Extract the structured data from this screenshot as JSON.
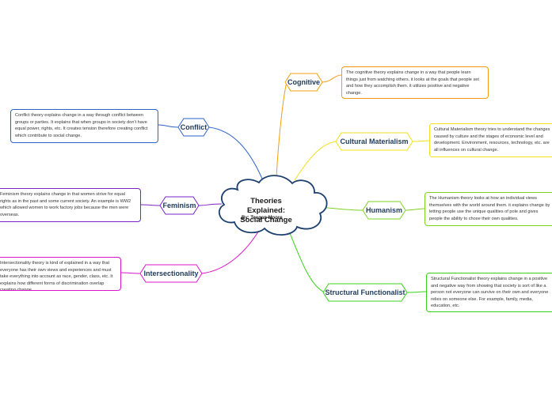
{
  "central": {
    "title": "Theories Explained:\nSocial Change",
    "subtitle": "By: Teegan Moore"
  },
  "topics": {
    "cognitive": "Cognitive",
    "conflict": "Conflict",
    "cultural_materialism": "Cultural Materialism",
    "feminism": "Feminism",
    "humanism": "Humanism",
    "intersectionality": "Intersectionality",
    "structural_functionalist": "Structural Functionalist"
  },
  "notes": {
    "cognitive": "The cognitive theory explains change in a way that people learn things just from watching others. it looks at the goals that people set and how they accomplish them. it utilizes positive and negative change.",
    "conflict": "Conflict theory explains change in a way through conflict between groups or parties. It explains that when groups in society don't have equal power, rights, etc. It creates tension therefore creating conflict which contribute to social change.",
    "cultural_materialism": "Cultural Materialism theory tries to understand the changes caused by culture and the stages of economic level and development. Environment, resources, technology, etc. are all influences on cultural change.",
    "feminism": "Feminism theory explains change in that women strive for equal rights as in the past and some current society. An example is WW2 which allowed women to work factory jobs because the men were overseas.",
    "humanism": "The Humanism theory looks at how an individual views themselves with the world around them. it explains change by letting people use the unique qualities of pole and gives people the ability to chose their own qualities.",
    "intersectionality": "Intersectionality theory is kind of explained in a way that everyone has their own views and experiences and must take everything into account as race, gender, class, etc. It explains how different forms of discrimination overlap creating change.",
    "structural_functionalist": "Structural Functionalist theory explains change in a positive and negative way from showing that society is sort of like a person not everyone can survive on their own and everyone relies on someone else. For example, family, media, education, etc."
  },
  "colors": {
    "cognitive": "#f39c12",
    "conflict": "#2e62c9",
    "cultural_materialism": "#f2e11e",
    "feminism": "#7b23c9",
    "humanism": "#7ed321",
    "intersectionality": "#d916c9",
    "structural_functionalist": "#3ad11a",
    "central": "#1c3f6e"
  }
}
